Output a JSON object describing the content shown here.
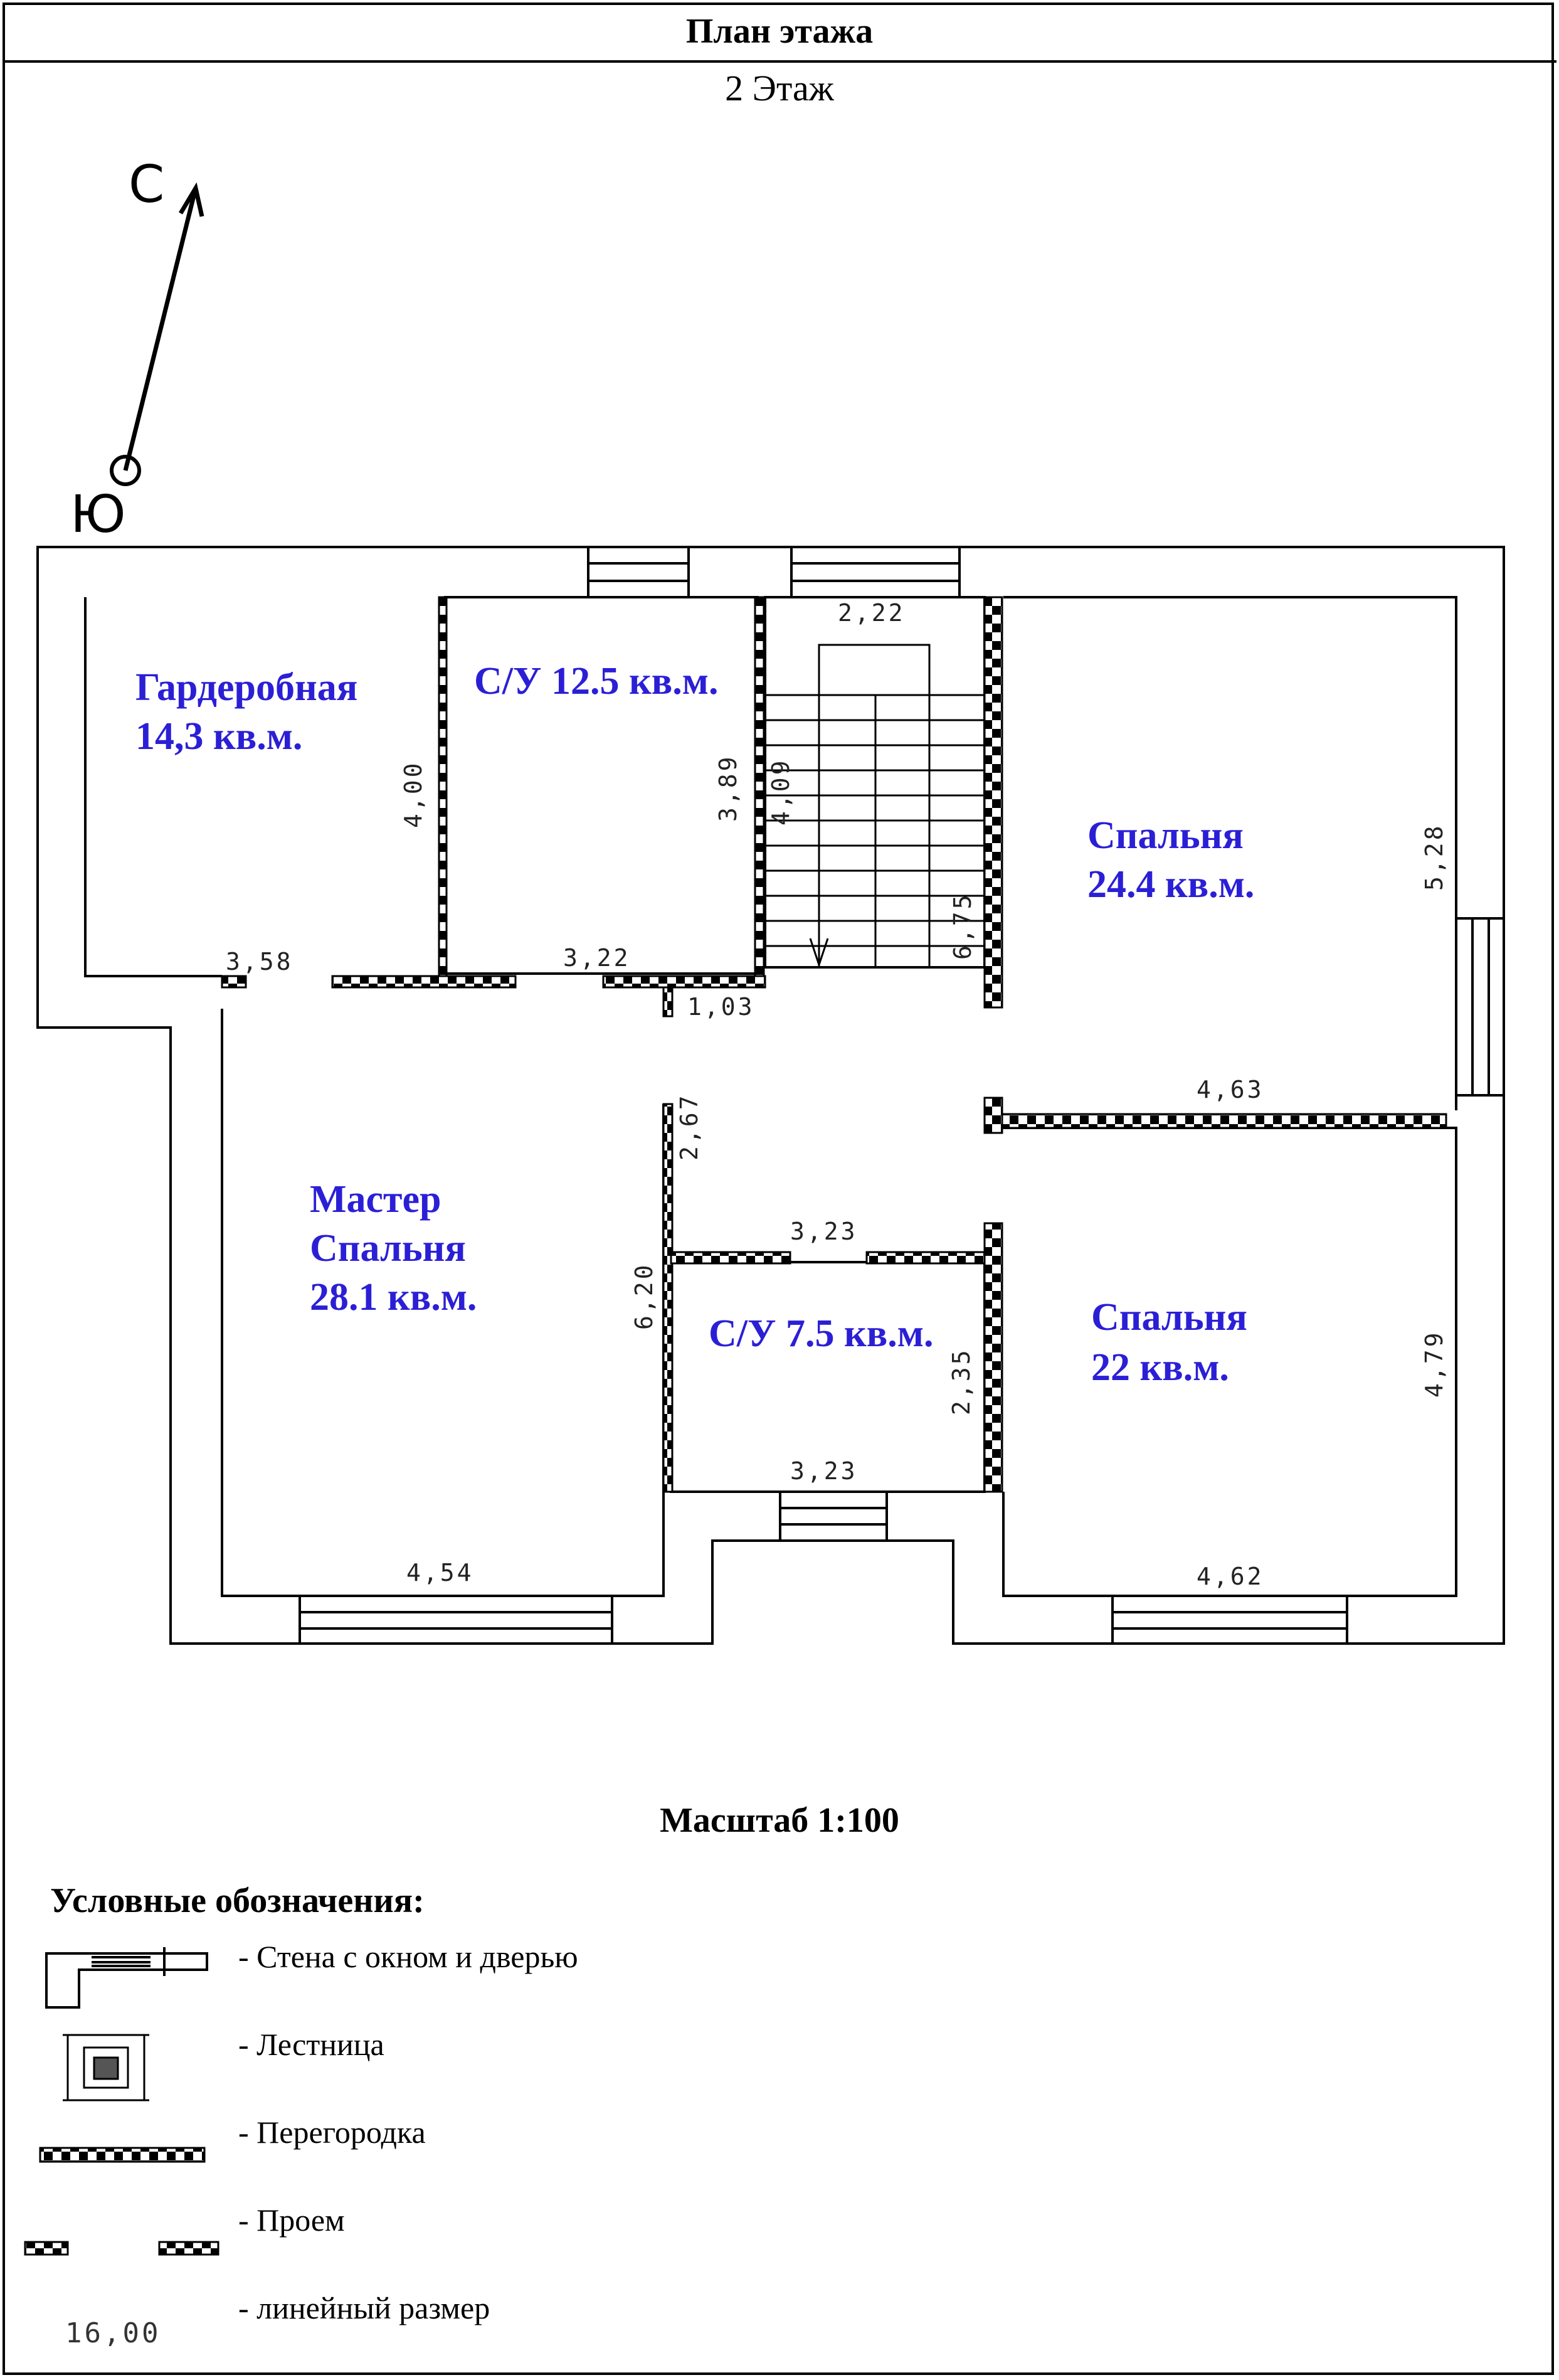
{
  "header": {
    "title": "План этажа",
    "floor": "2 Этаж"
  },
  "compass": {
    "north": "С",
    "south": "Ю"
  },
  "rooms": {
    "wardrobe": {
      "name": "Гардеробная",
      "area": "14,3 кв.м."
    },
    "bath_large": {
      "name": "С/У 12.5 кв.м."
    },
    "bedroom_1": {
      "name": "Спальня",
      "area": "24.4 кв.м."
    },
    "master": {
      "name_1": "Мастер",
      "name_2": "Спальня",
      "area": "28.1 кв.м."
    },
    "bath_small": {
      "name": "С/У 7.5 кв.м."
    },
    "bedroom_2": {
      "name": "Спальня",
      "area": "22 кв.м."
    }
  },
  "dimensions": {
    "d_222": "2,22",
    "d_400": "4,00",
    "d_389": "3,89",
    "d_409": "4,09",
    "d_528": "5,28",
    "d_675": "6,75",
    "d_358": "3,58",
    "d_322": "3,22",
    "d_103": "1,03",
    "d_463": "4,63",
    "d_267": "2,67",
    "d_323_top": "3,23",
    "d_620": "6,20",
    "d_235": "2,35",
    "d_479": "4,79",
    "d_323_bottom": "3,23",
    "d_454": "4,54",
    "d_462": "4,62"
  },
  "scale": "Масштаб 1:100",
  "legend": {
    "title": "Условные обозначения:",
    "wall": "- Стена с окном и дверью",
    "stairs": "- Лестница",
    "partition": "- Перегородка",
    "opening": "- Проем",
    "dimension": "- линейный размер",
    "dimension_sample": "16,00"
  },
  "colors": {
    "room_label": "#2b1fd6",
    "lines": "#000000"
  }
}
